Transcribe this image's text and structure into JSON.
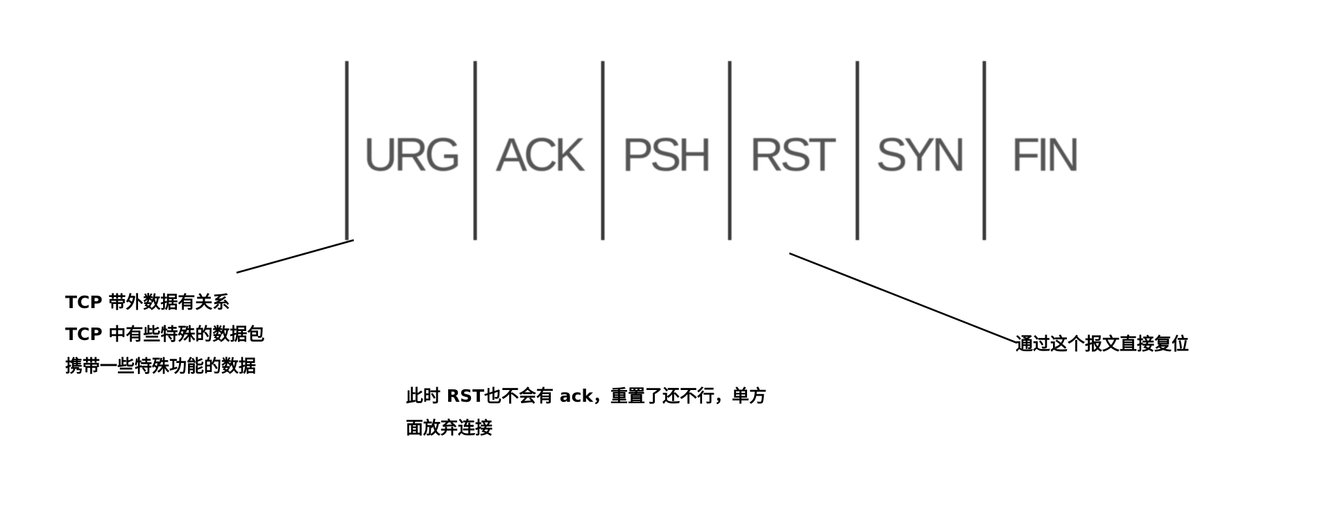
{
  "flags": [
    "URG",
    "ACK",
    "PSH",
    "RST",
    "SYN",
    "FIN"
  ],
  "annotations": {
    "urg_note": [
      "TCP 带外数据有关系",
      "TCP 中有些特殊的数据包",
      "携带一些特殊功能的数据"
    ],
    "rst_note": "通过这个报文直接复位",
    "rst_detail": [
      "此时 RST也不会有 ack，重置了还不行，单方",
      "面放弃连接"
    ]
  },
  "colors": {
    "flag_text": "#555555",
    "separator": "#3a3a3a",
    "note_text": "#000000",
    "background": "#ffffff"
  }
}
